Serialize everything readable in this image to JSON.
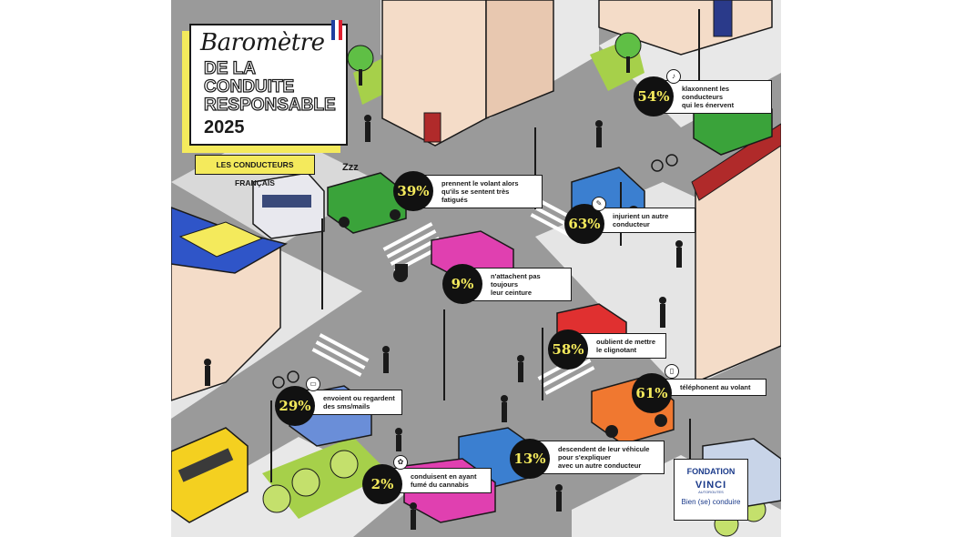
{
  "title": {
    "main": "Baromètre",
    "line1": "DE LA",
    "line2": "CONDUITE",
    "line3": "RESPONSABLE",
    "year": "2025"
  },
  "subtitle": "LES CONDUCTEURS FRANÇAIS",
  "flag_colors": [
    "#1f3fa0",
    "#ffffff",
    "#e02030"
  ],
  "colors": {
    "accent": "#f4ea5c",
    "bubble": "#111111",
    "road": "#9a9a9a",
    "grass": "#a6d04a",
    "building": "#f4dcc8"
  },
  "stats": [
    {
      "value": "54%",
      "text": "klaxonnent les conducteurs\nqui les énervent",
      "icon": "horn-icon"
    },
    {
      "value": "39%",
      "text": "prennent le volant alors\nqu'ils se sentent très fatigués",
      "icon": "sleep-icon"
    },
    {
      "value": "63%",
      "text": "injurient un autre\nconducteur",
      "icon": "speech-icon"
    },
    {
      "value": "9%",
      "text": "n'attachent pas toujours\nleur ceinture",
      "icon": "seatbelt-icon"
    },
    {
      "value": "58%",
      "text": "oublient de mettre\nle clignotant",
      "icon": "blinker-icon"
    },
    {
      "value": "61%",
      "text": "téléphonent au volant",
      "icon": "phone-icon"
    },
    {
      "value": "29%",
      "text": "envoient ou regardent\ndes sms/mails",
      "icon": "sms-icon"
    },
    {
      "value": "13%",
      "text": "descendent de leur véhicule\npour s'expliquer\navec un autre conducteur",
      "icon": "person-icon"
    },
    {
      "value": "2%",
      "text": "conduisent en ayant\nfumé du cannabis",
      "icon": "cannabis-icon"
    }
  ],
  "logo": {
    "line1": "FONDATION",
    "line2": "VINCI",
    "line3": "AUTOROUTES",
    "tagline": "Bien (se) conduire"
  }
}
